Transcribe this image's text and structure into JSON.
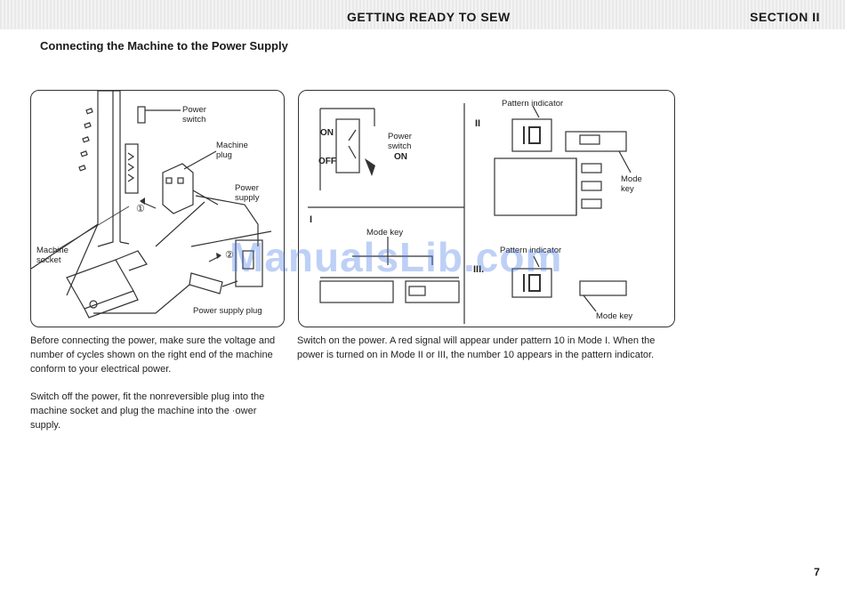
{
  "header": {
    "title": "GETTING READY TO SEW",
    "section": "SECTION II"
  },
  "page_heading": "Connecting the Machine to the Power Supply",
  "left_figure": {
    "power_switch": "Power\nswitch",
    "machine_plug": "Machine\nplug",
    "power_supply": "Power\nsupply",
    "machine_socket": "Machine\nsocket",
    "power_supply_plug": "Power supply plug",
    "step1": "①",
    "step2": "②"
  },
  "right_figure": {
    "switch_on": "ON",
    "switch_off": "OFF",
    "power_switch": "Power\nswitch",
    "arrow_on": "ON",
    "mode_I": "I",
    "mode_II": "II",
    "mode_III": "III.",
    "pattern_indicator_top": "Pattern indicator",
    "pattern_indicator_bottom": "Pattern indicator",
    "indicator_value_top": "10",
    "indicator_value_bottom": "10",
    "mode_key_right": "Mode\nkey",
    "mode_key_left": "Mode key",
    "mode_key_bottom": "Mode key"
  },
  "body": {
    "left_para1": "Before connecting the power, make sure the voltage and number of cycles shown on the right end of the machine conform to your electrical power.",
    "left_para2": "Switch off the power, fit the nonreversible plug into the machine socket and plug the machine into the ·ower supply.",
    "right_para1": "Switch on the power.  A red signal will appear under pattern 10 in Mode I. When the power is turned on in Mode II or III,  the number 10 appears in the pattern indicator."
  },
  "watermark": "ManualsLib.com",
  "page_number": "7"
}
